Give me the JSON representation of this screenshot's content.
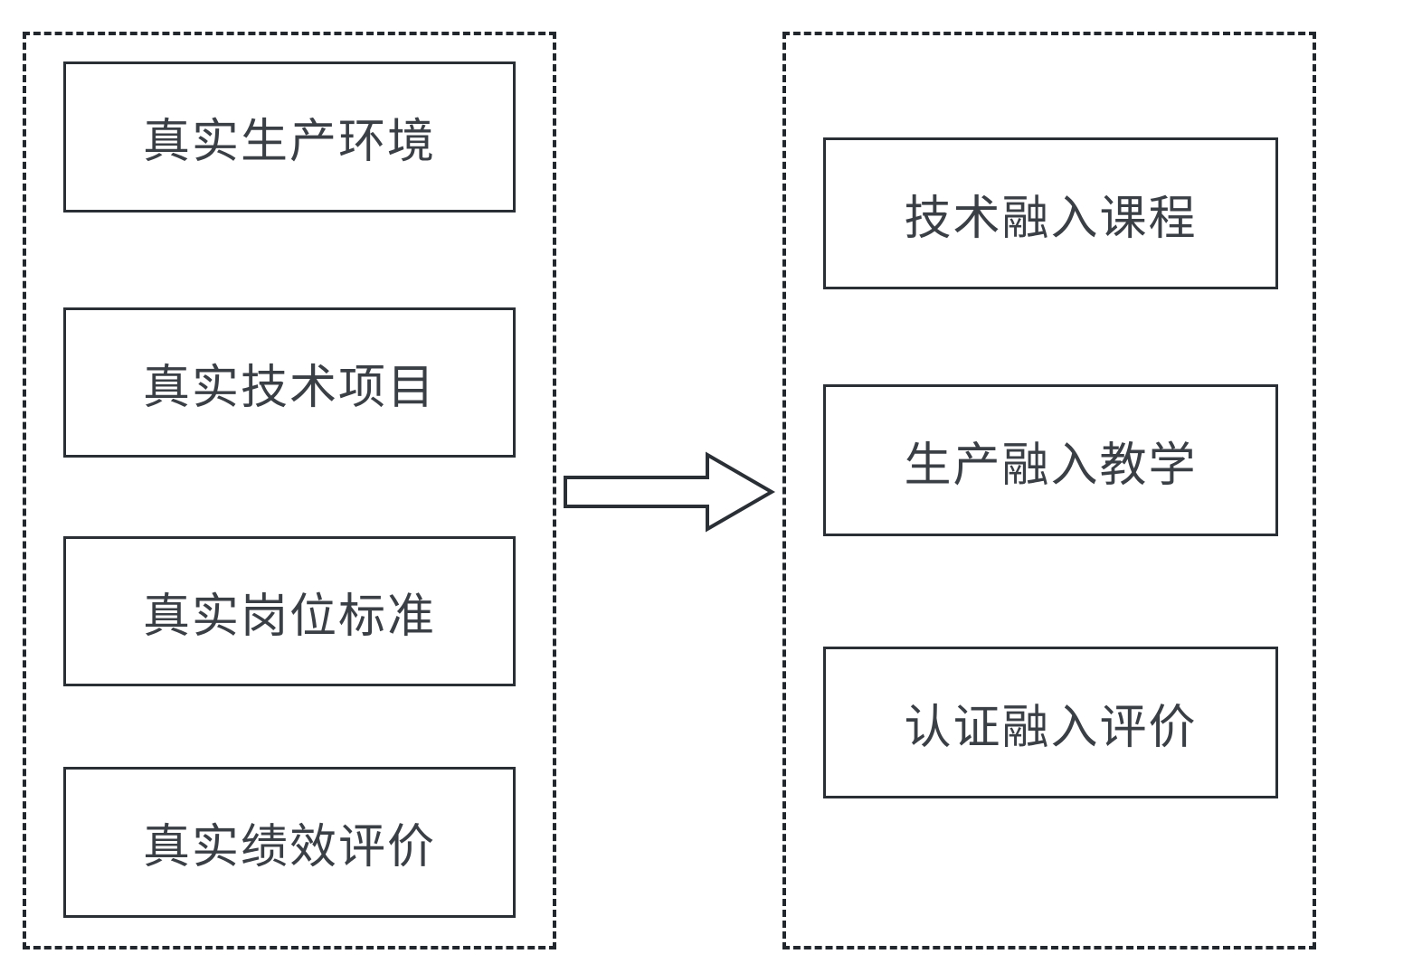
{
  "diagram": {
    "left_panel": {
      "items": [
        {
          "label": "真实生产环境"
        },
        {
          "label": "真实技术项目"
        },
        {
          "label": "真实岗位标准"
        },
        {
          "label": "真实绩效评价"
        }
      ]
    },
    "right_panel": {
      "items": [
        {
          "label": "技术融入课程"
        },
        {
          "label": "生产融入教学"
        },
        {
          "label": "认证融入评价"
        }
      ]
    },
    "connector": {
      "type": "arrow-right",
      "from": "left_panel",
      "to": "right_panel"
    },
    "colors": {
      "background": "#ffffff",
      "container_border": "#22262d",
      "box_border": "#2a2e35",
      "text": "#3a3e45"
    }
  }
}
